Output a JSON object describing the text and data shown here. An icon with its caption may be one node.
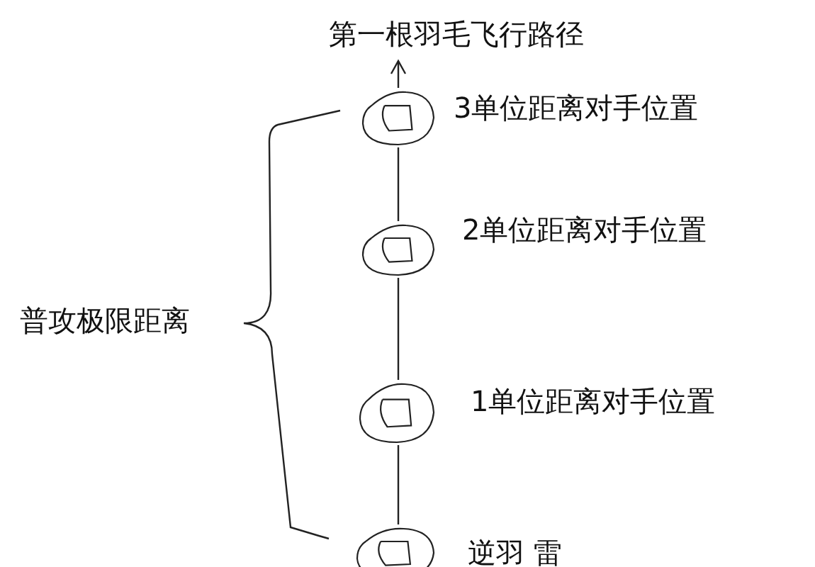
{
  "diagram": {
    "nodes": [
      {
        "text": [
          "第一根羽毛飞行路径"
        ]
      },
      {
        "text": [],
        "shape": "circle",
        "beside": [
          "3单位距离对手位置"
        ]
      },
      {
        "text": [],
        "shape": "circle",
        "beside": [
          "2单位距离对手位置"
        ]
      },
      {
        "text": [],
        "shape": "circle",
        "beside": [
          "1单位距离对手位置"
        ]
      },
      {
        "text": [],
        "shape": "circle",
        "beside": [
          "逆羽 雷"
        ]
      }
    ],
    "edges": [
      {
        "from": 4,
        "to": 3,
        "arrow": "none"
      },
      {
        "from": 3,
        "to": 2,
        "arrow": "none"
      },
      {
        "from": 2,
        "to": 1,
        "arrow": "none"
      },
      {
        "from": 1,
        "to": 0,
        "arrow": "to"
      }
    ],
    "labels": [
      "普攻极限距离"
    ]
  }
}
